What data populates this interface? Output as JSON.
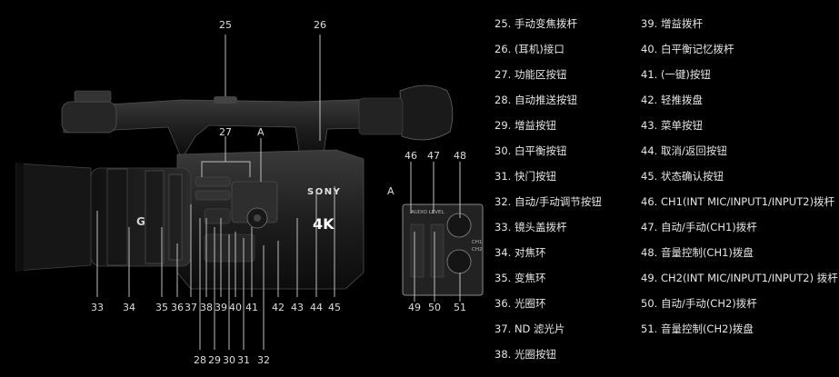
{
  "callouts": {
    "n25": "25",
    "n26": "26",
    "n27": "27",
    "letter_a": "A",
    "letter_a2": "A",
    "n46": "46",
    "n47": "47",
    "n48": "48",
    "n33": "33",
    "n34": "34",
    "n35": "35",
    "n36": "36",
    "n37": "37",
    "n38": "38",
    "n39": "39",
    "n40": "40",
    "n41": "41",
    "n42": "42",
    "n43": "43",
    "n44": "44",
    "n45": "45",
    "n28": "28",
    "n29": "29",
    "n30": "30",
    "n31": "31",
    "n32": "32",
    "n49": "49",
    "n50": "50",
    "n51": "51"
  },
  "camera_markings": {
    "brand": "SONY",
    "format": "4K",
    "lens_mark": "G",
    "audio_panel": "AUDIO LEVEL",
    "ch1": "CH1",
    "ch2": "CH2"
  },
  "legend_left": [
    "25. 手动变焦拨杆",
    "26. (耳机)接口",
    "27. 功能区按钮",
    "28. 自动推送按钮",
    "29. 增益按钮",
    "30. 白平衡按钮",
    "31. 快门按钮",
    "32. 自动/手动调节按钮",
    "33. 镜头盖拨杆",
    "34. 对焦环",
    "35. 变焦环",
    "36. 光圈环",
    "37. ND 滤光片",
    "38. 光圈按钮"
  ],
  "legend_right": [
    "39. 增益拨杆",
    "40. 白平衡记忆拨杆",
    "41. (一键)按钮",
    "42. 轻推拨盘",
    "43. 菜单按钮",
    "44. 取消/返回按钮",
    "45. 状态确认按钮",
    "46. CH1(INT MIC/INPUT1/INPUT2)拨杆",
    "47. 自动/手动(CH1)拨杆",
    "48. 音量控制(CH1)拨盘",
    "49. CH2(INT MIC/INPUT1/INPUT2) 拨杆",
    "50. 自动/手动(CH2)拨杆",
    "51. 音量控制(CH2)拨盘"
  ]
}
